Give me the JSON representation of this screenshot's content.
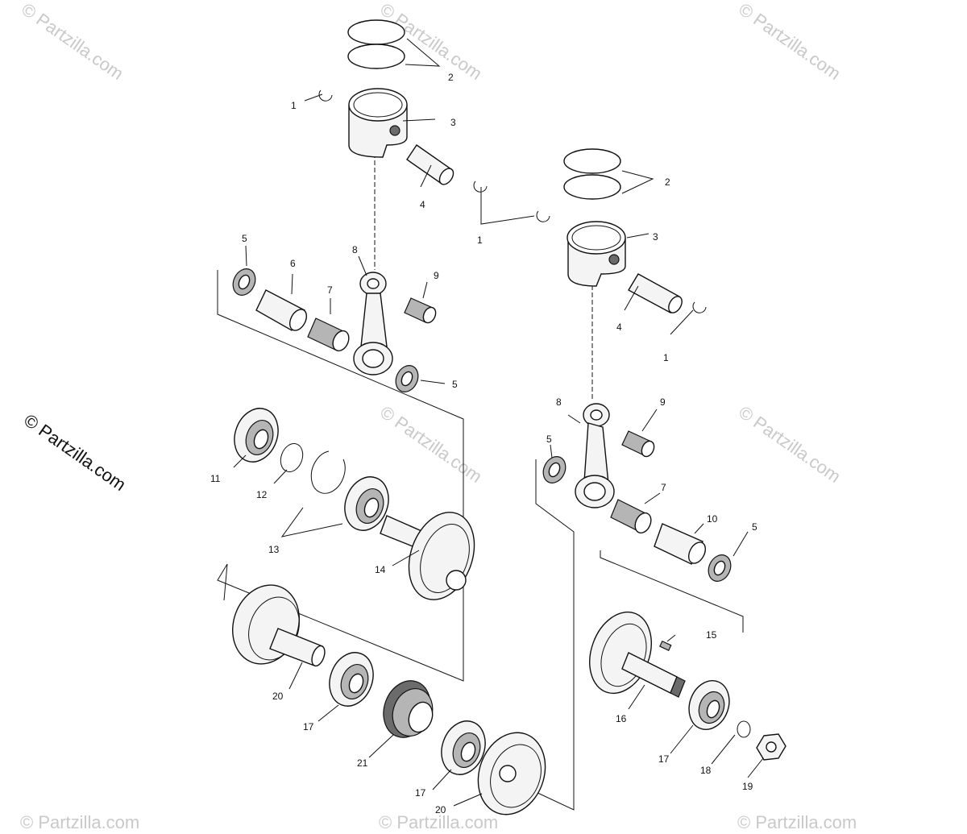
{
  "watermarks": {
    "small_text": "© Partzilla.com",
    "side_text": "© Partzilla.com"
  },
  "callouts": {
    "c1a": "1",
    "c1b": "1",
    "c1c": "1",
    "c2a": "2",
    "c2b": "2",
    "c3a": "3",
    "c3b": "3",
    "c4a": "4",
    "c4b": "4",
    "c5a": "5",
    "c5b": "5",
    "c5c": "5",
    "c5d": "5",
    "c6": "6",
    "c7a": "7",
    "c7b": "7",
    "c8a": "8",
    "c8b": "8",
    "c9a": "9",
    "c9b": "9",
    "c10": "10",
    "c11": "11",
    "c12": "12",
    "c13": "13",
    "c14": "14",
    "c15": "15",
    "c16": "16",
    "c17a": "17",
    "c17b": "17",
    "c17c": "17",
    "c18": "18",
    "c19": "19",
    "c20a": "20",
    "c20b": "20",
    "c21": "21"
  }
}
